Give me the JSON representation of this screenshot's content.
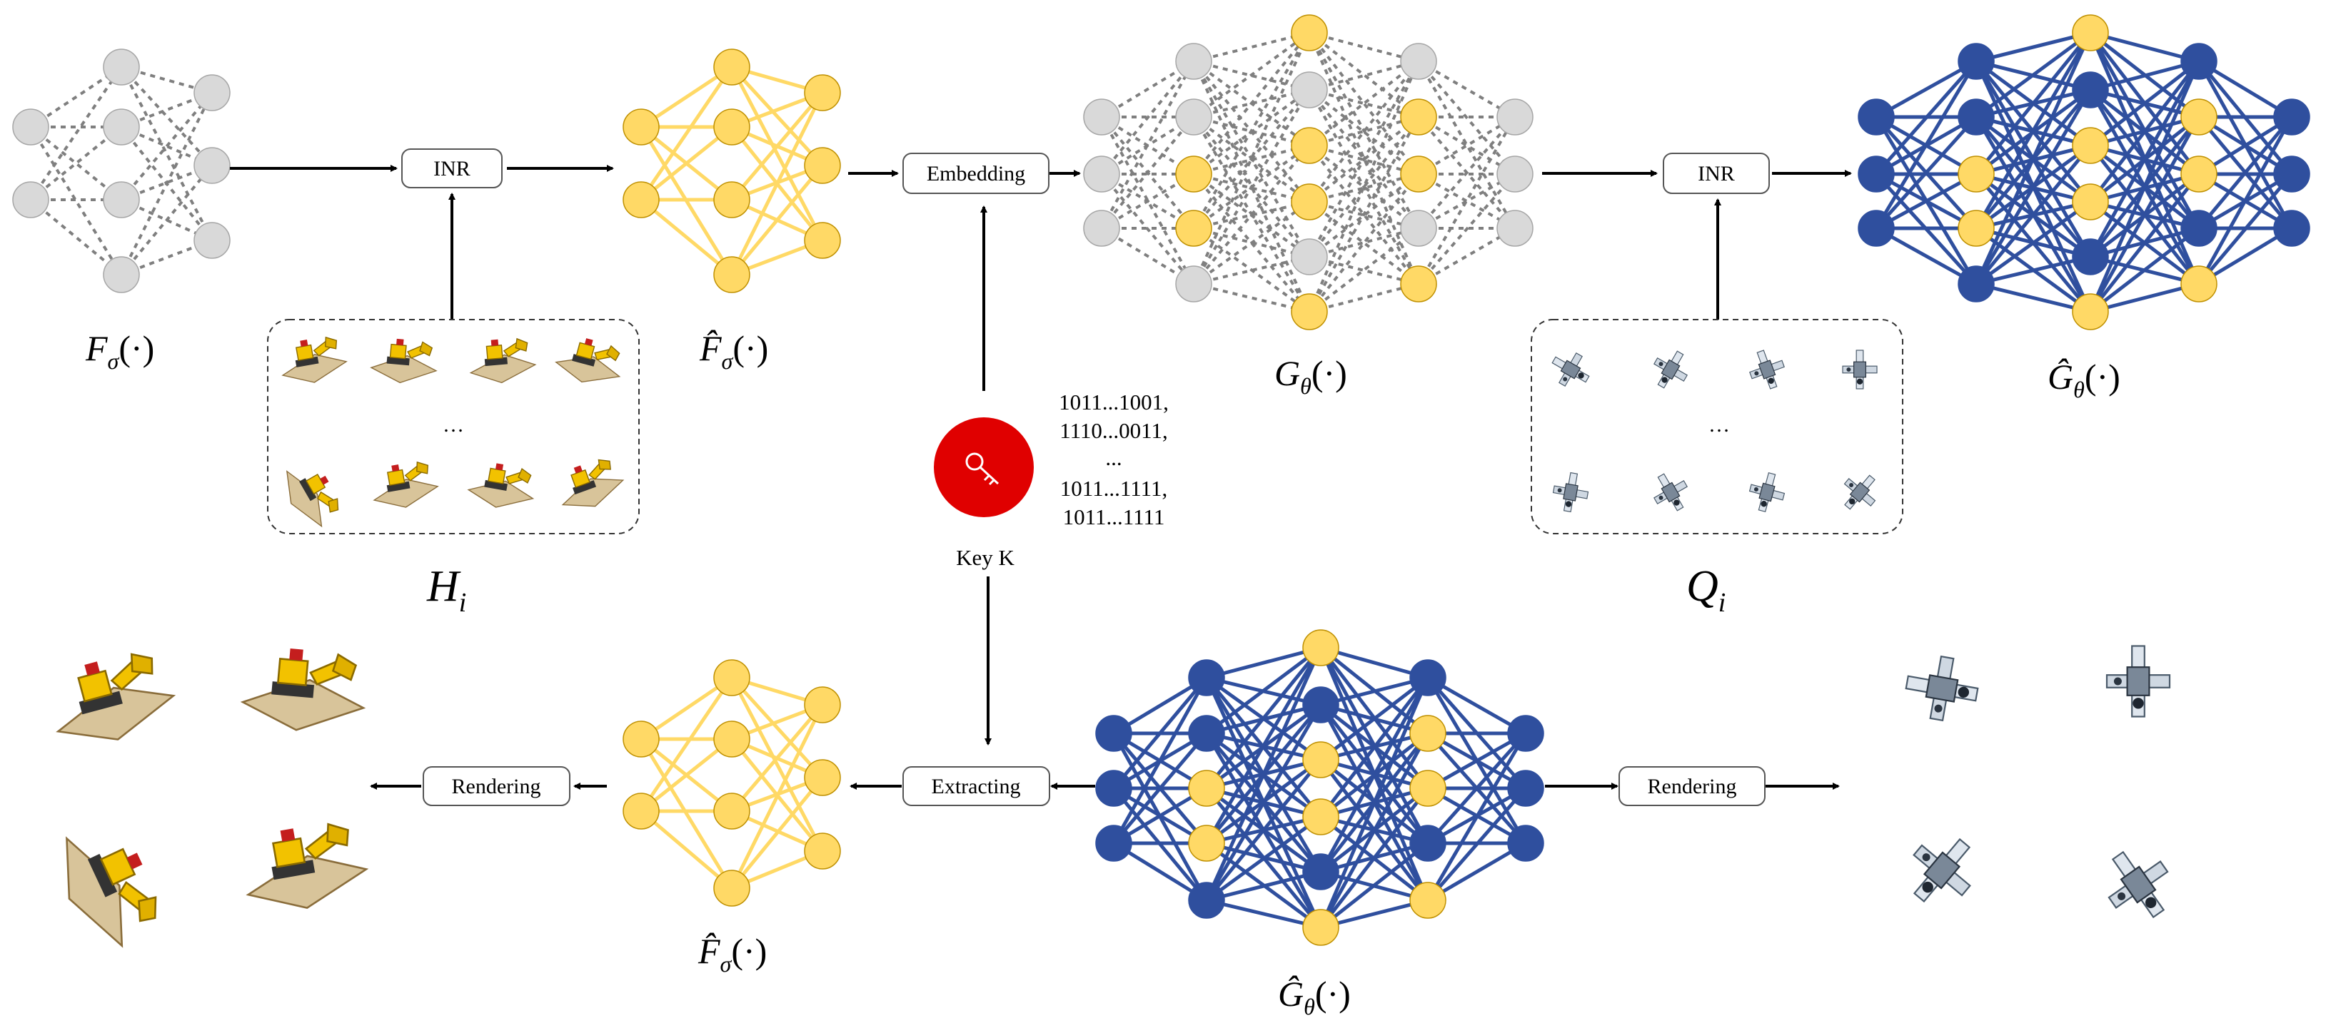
{
  "colors": {
    "gray_node": "#d9d9d9",
    "gray_stroke": "#a6a6a6",
    "gray_edge": "#7f7f7f",
    "yellow_node": "#ffd966",
    "yellow_edge": "#ffd966",
    "yellow_stroke": "#bf9000",
    "blue_node": "#2f4f9e",
    "blue_edge": "#2f4f9e",
    "key_red": "#e00000"
  },
  "labels": {
    "inr_top_left": "INR",
    "embedding": "Embedding",
    "inr_top_right": "INR",
    "rendering_left": "Rendering",
    "extracting": "Extracting",
    "rendering_right": "Rendering",
    "key": "Key K",
    "f_sigma": "F",
    "f_sigma_hat": "F̂",
    "g_theta": "G",
    "g_theta_hat": "Ĝ",
    "sub_sigma": "σ",
    "sub_theta": "θ",
    "arg": "(·)",
    "h_i": "H",
    "q_i": "Q",
    "sub_i": "i",
    "ellipsis": "…"
  },
  "key_bits": [
    "1011...1001,",
    "1110...0011,",
    "...",
    "1011...1111,",
    "1011...1111"
  ],
  "icons": {
    "key": "key-icon",
    "bulldozer": "bulldozer-thumbnail-icon",
    "ship": "ship-thumbnail-icon"
  }
}
